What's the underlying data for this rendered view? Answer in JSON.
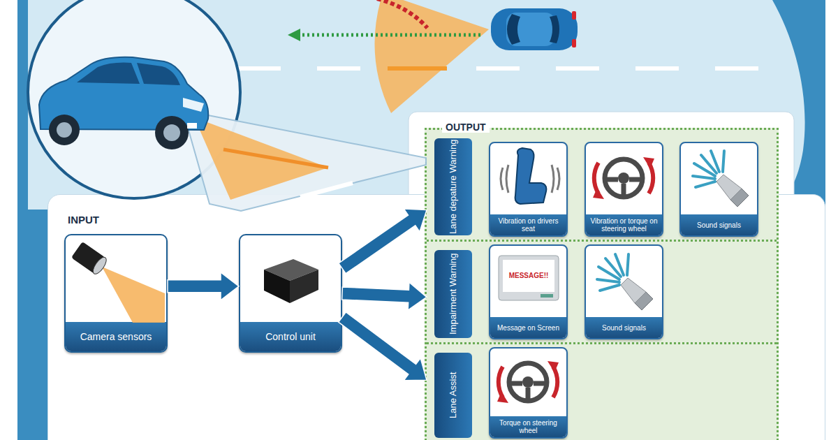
{
  "diagram": {
    "nodes": [
      {
        "text": [
          "INPUT"
        ]
      },
      {
        "text": [
          "Camera sensors"
        ],
        "in": 0
      },
      {
        "text": [
          "Control unit"
        ],
        "in": 0
      },
      {
        "text": [
          "OUTPUT"
        ]
      },
      {
        "text": [
          "Lane depature Warning"
        ],
        "in": 3
      },
      {
        "text": [
          "Vibration on drivers seat"
        ],
        "in": 4
      },
      {
        "text": [
          "Vibration or torque on steering wheel"
        ],
        "in": 4
      },
      {
        "text": [
          "Sound signals"
        ],
        "in": 4
      },
      {
        "text": [
          "Impairment Warning"
        ],
        "in": 3
      },
      {
        "text": [
          "Message on Screen"
        ],
        "in": 8
      },
      {
        "text": [
          "Sound signals"
        ],
        "in": 8
      },
      {
        "text": [
          "Lane Assist"
        ],
        "in": 3
      },
      {
        "text": [
          "Torque on steering wheel"
        ],
        "in": 11
      }
    ],
    "edges": [
      {
        "from": 1,
        "to": 2,
        "arrow": "to"
      },
      {
        "from": 2,
        "to": 4,
        "arrow": "to"
      },
      {
        "from": 2,
        "to": 8,
        "arrow": "to"
      },
      {
        "from": 2,
        "to": 11,
        "arrow": "to"
      }
    ],
    "labels": [
      "MESSAGE!!"
    ]
  }
}
